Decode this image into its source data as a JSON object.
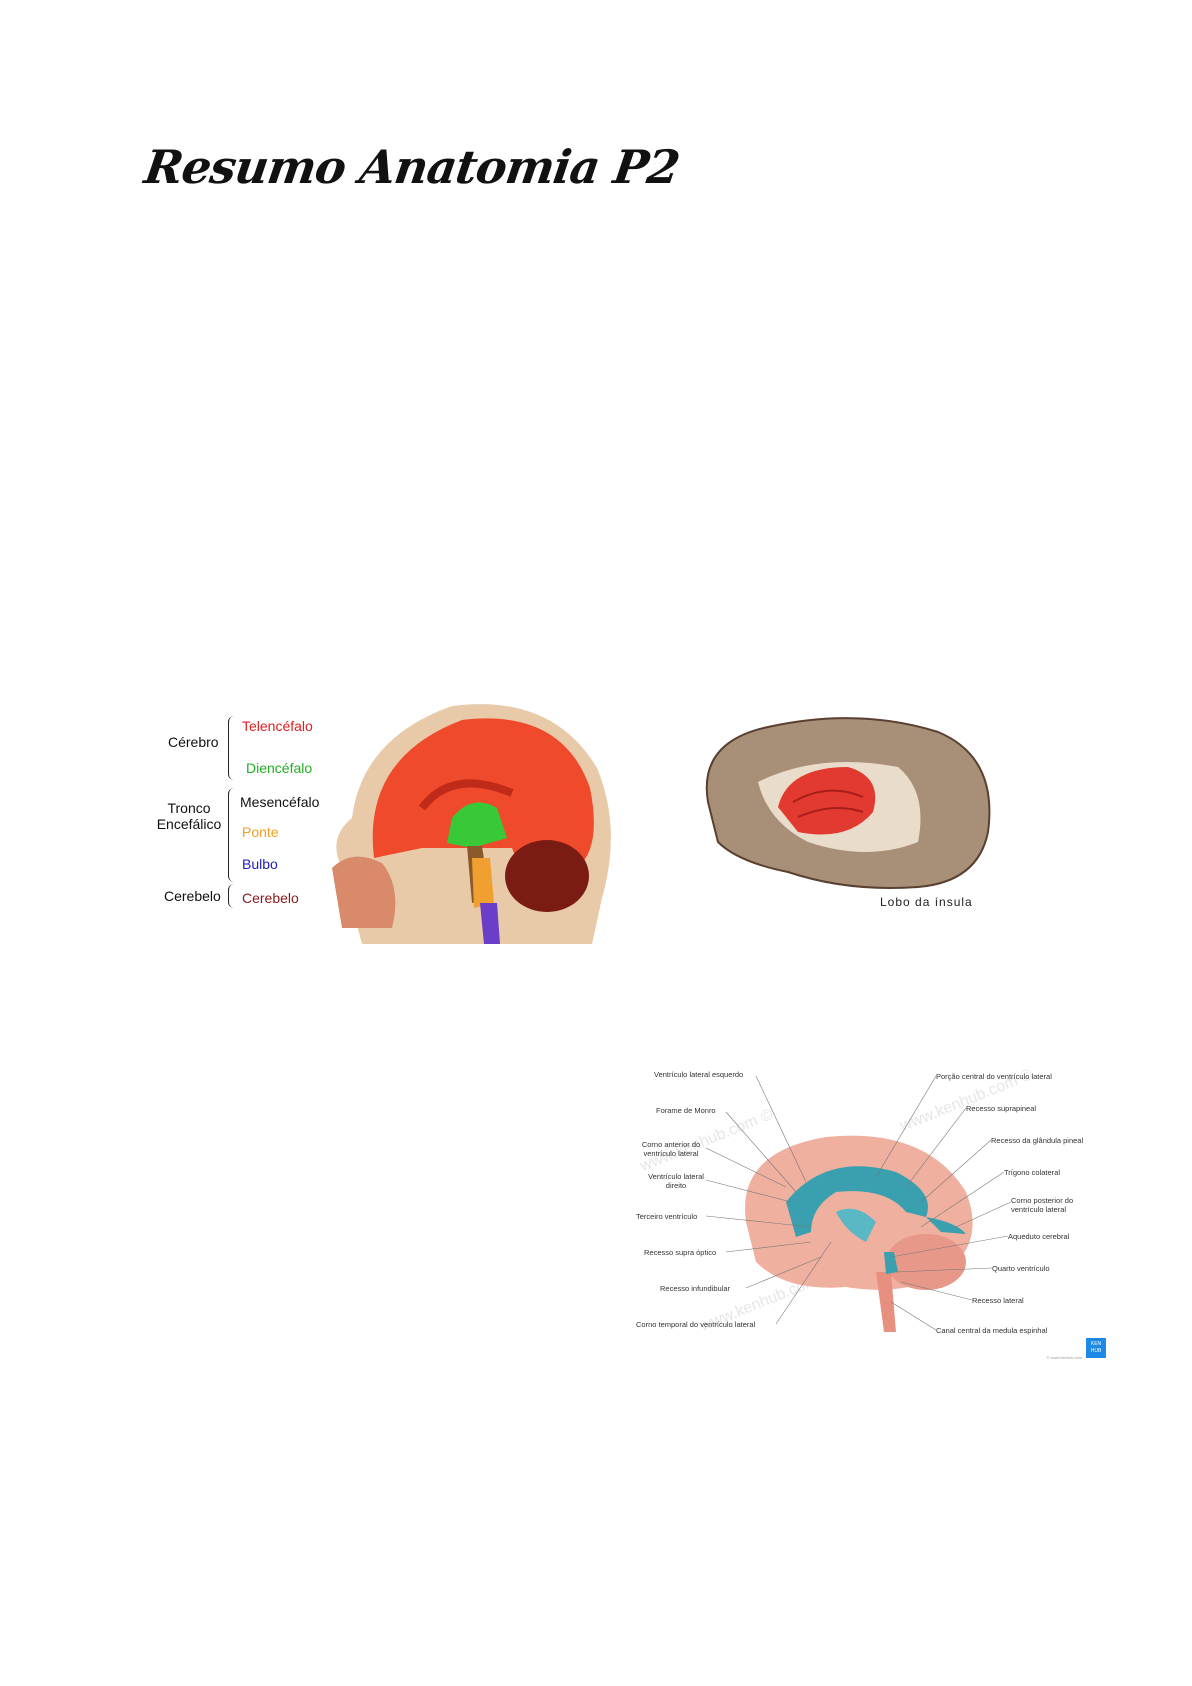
{
  "title": "Resumo Anatomia P2",
  "fig_divisions": {
    "groups": [
      "Cérebro",
      "Tronco Encefálico",
      "Cerebelo"
    ],
    "parts": [
      {
        "label": "Telencéfalo",
        "color": "#e02020"
      },
      {
        "label": "Diencéfalo",
        "color": "#22b022"
      },
      {
        "label": "Mesencéfalo",
        "color": "#111111"
      },
      {
        "label": "Ponte",
        "color": "#f0a020"
      },
      {
        "label": "Bulbo",
        "color": "#2020c0"
      },
      {
        "label": "Cerebelo",
        "color": "#8a1a1a"
      }
    ]
  },
  "fig_insula": {
    "caption": "Lobo da ínsula"
  },
  "fig_ventricles": {
    "left_labels": [
      "Ventrículo lateral esquerdo",
      "Forame de Monro",
      "Corno anterior do ventrículo lateral",
      "Ventrículo lateral direito",
      "Terceiro ventrículo",
      "Recesso supra óptico",
      "Recesso infundibular",
      "Corno temporal do ventrículo lateral"
    ],
    "right_labels": [
      "Porção central do ventrículo lateral",
      "Recesso suprapineal",
      "Recesso da glândula pineal",
      "Trígono colateral",
      "Corno posterior do ventrículo lateral",
      "Aqueduto cerebral",
      "Quarto ventrículo",
      "Recesso lateral",
      "Canal central da medula espinhal"
    ],
    "watermark": "www.kenhub.com ©",
    "badge": "KEN HUB",
    "credit": "© www.kenhub.com"
  }
}
